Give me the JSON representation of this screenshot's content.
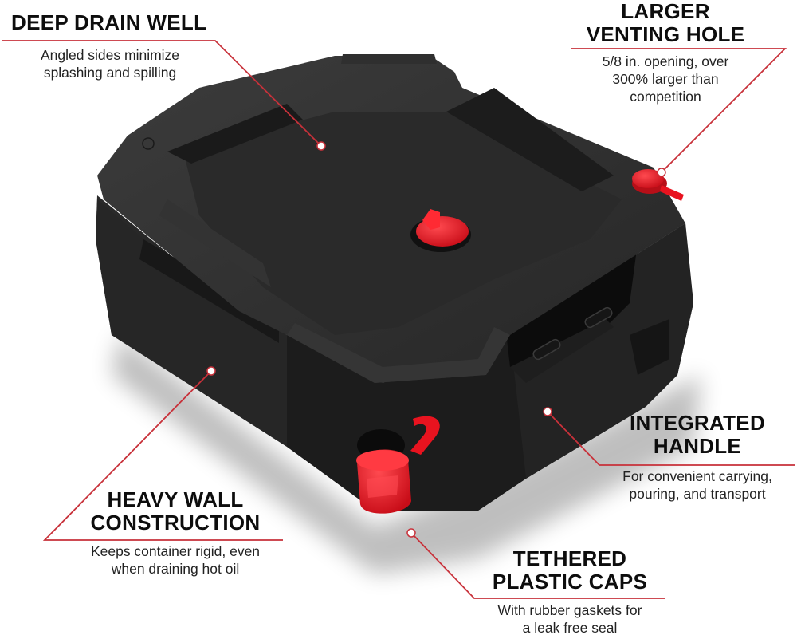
{
  "colors": {
    "background": "#ffffff",
    "accent_line": "#c8313a",
    "body_dark": "#1f1f1f",
    "body_mid": "#2d2d2d",
    "body_light": "#3a3a3a",
    "cap_red": "#e8131f",
    "marker_fill": "#ffffff"
  },
  "product": {
    "name": "drain-container",
    "icon": "oil-drain-pan-icon"
  },
  "callouts": {
    "deep_drain_well": {
      "title": "DEEP DRAIN WELL",
      "description_line1": "Angled sides minimize",
      "description_line2": "splashing and spilling"
    },
    "larger_venting_hole": {
      "title_line1": "LARGER",
      "title_line2": "VENTING HOLE",
      "description_line1": "5/8 in. opening, over",
      "description_line2": "300% larger than",
      "description_line3": "competition"
    },
    "integrated_handle": {
      "title_line1": "INTEGRATED",
      "title_line2": "HANDLE",
      "description_line1": "For convenient carrying,",
      "description_line2": "pouring, and transport"
    },
    "heavy_wall_construction": {
      "title_line1": "HEAVY WALL",
      "title_line2": "CONSTRUCTION",
      "description_line1": "Keeps container rigid, even",
      "description_line2": "when draining hot oil"
    },
    "tethered_plastic_caps": {
      "title_line1": "TETHERED",
      "title_line2": "PLASTIC CAPS",
      "description_line1": "With rubber gaskets for",
      "description_line2": "a leak free seal"
    }
  }
}
